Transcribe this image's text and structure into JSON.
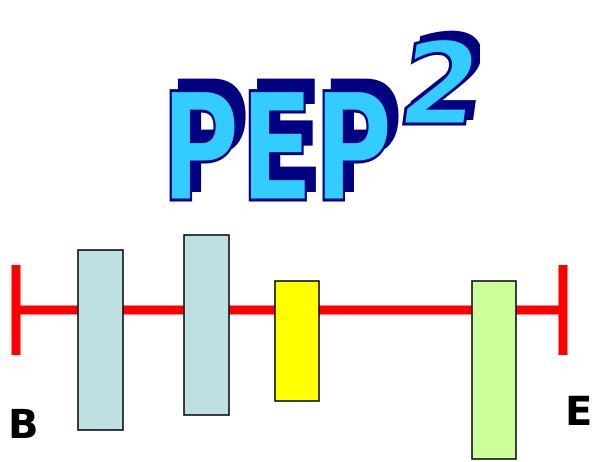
{
  "logo": {
    "word": "PEP",
    "superscript": "2"
  },
  "timeline": {
    "start_label": "B",
    "end_label": "E",
    "line_color": "#ff0000"
  },
  "colors": {
    "logo_fill": "#33ccff",
    "logo_shadow": "#000080",
    "block_light_blue": "#bfe0e3",
    "block_yellow": "#ffff00",
    "block_light_green": "#ccff99"
  },
  "blocks": [
    {
      "name": "block-1",
      "color_key": "block_light_blue"
    },
    {
      "name": "block-2",
      "color_key": "block_light_blue"
    },
    {
      "name": "block-3",
      "color_key": "block_yellow"
    },
    {
      "name": "block-4",
      "color_key": "block_light_green"
    }
  ]
}
